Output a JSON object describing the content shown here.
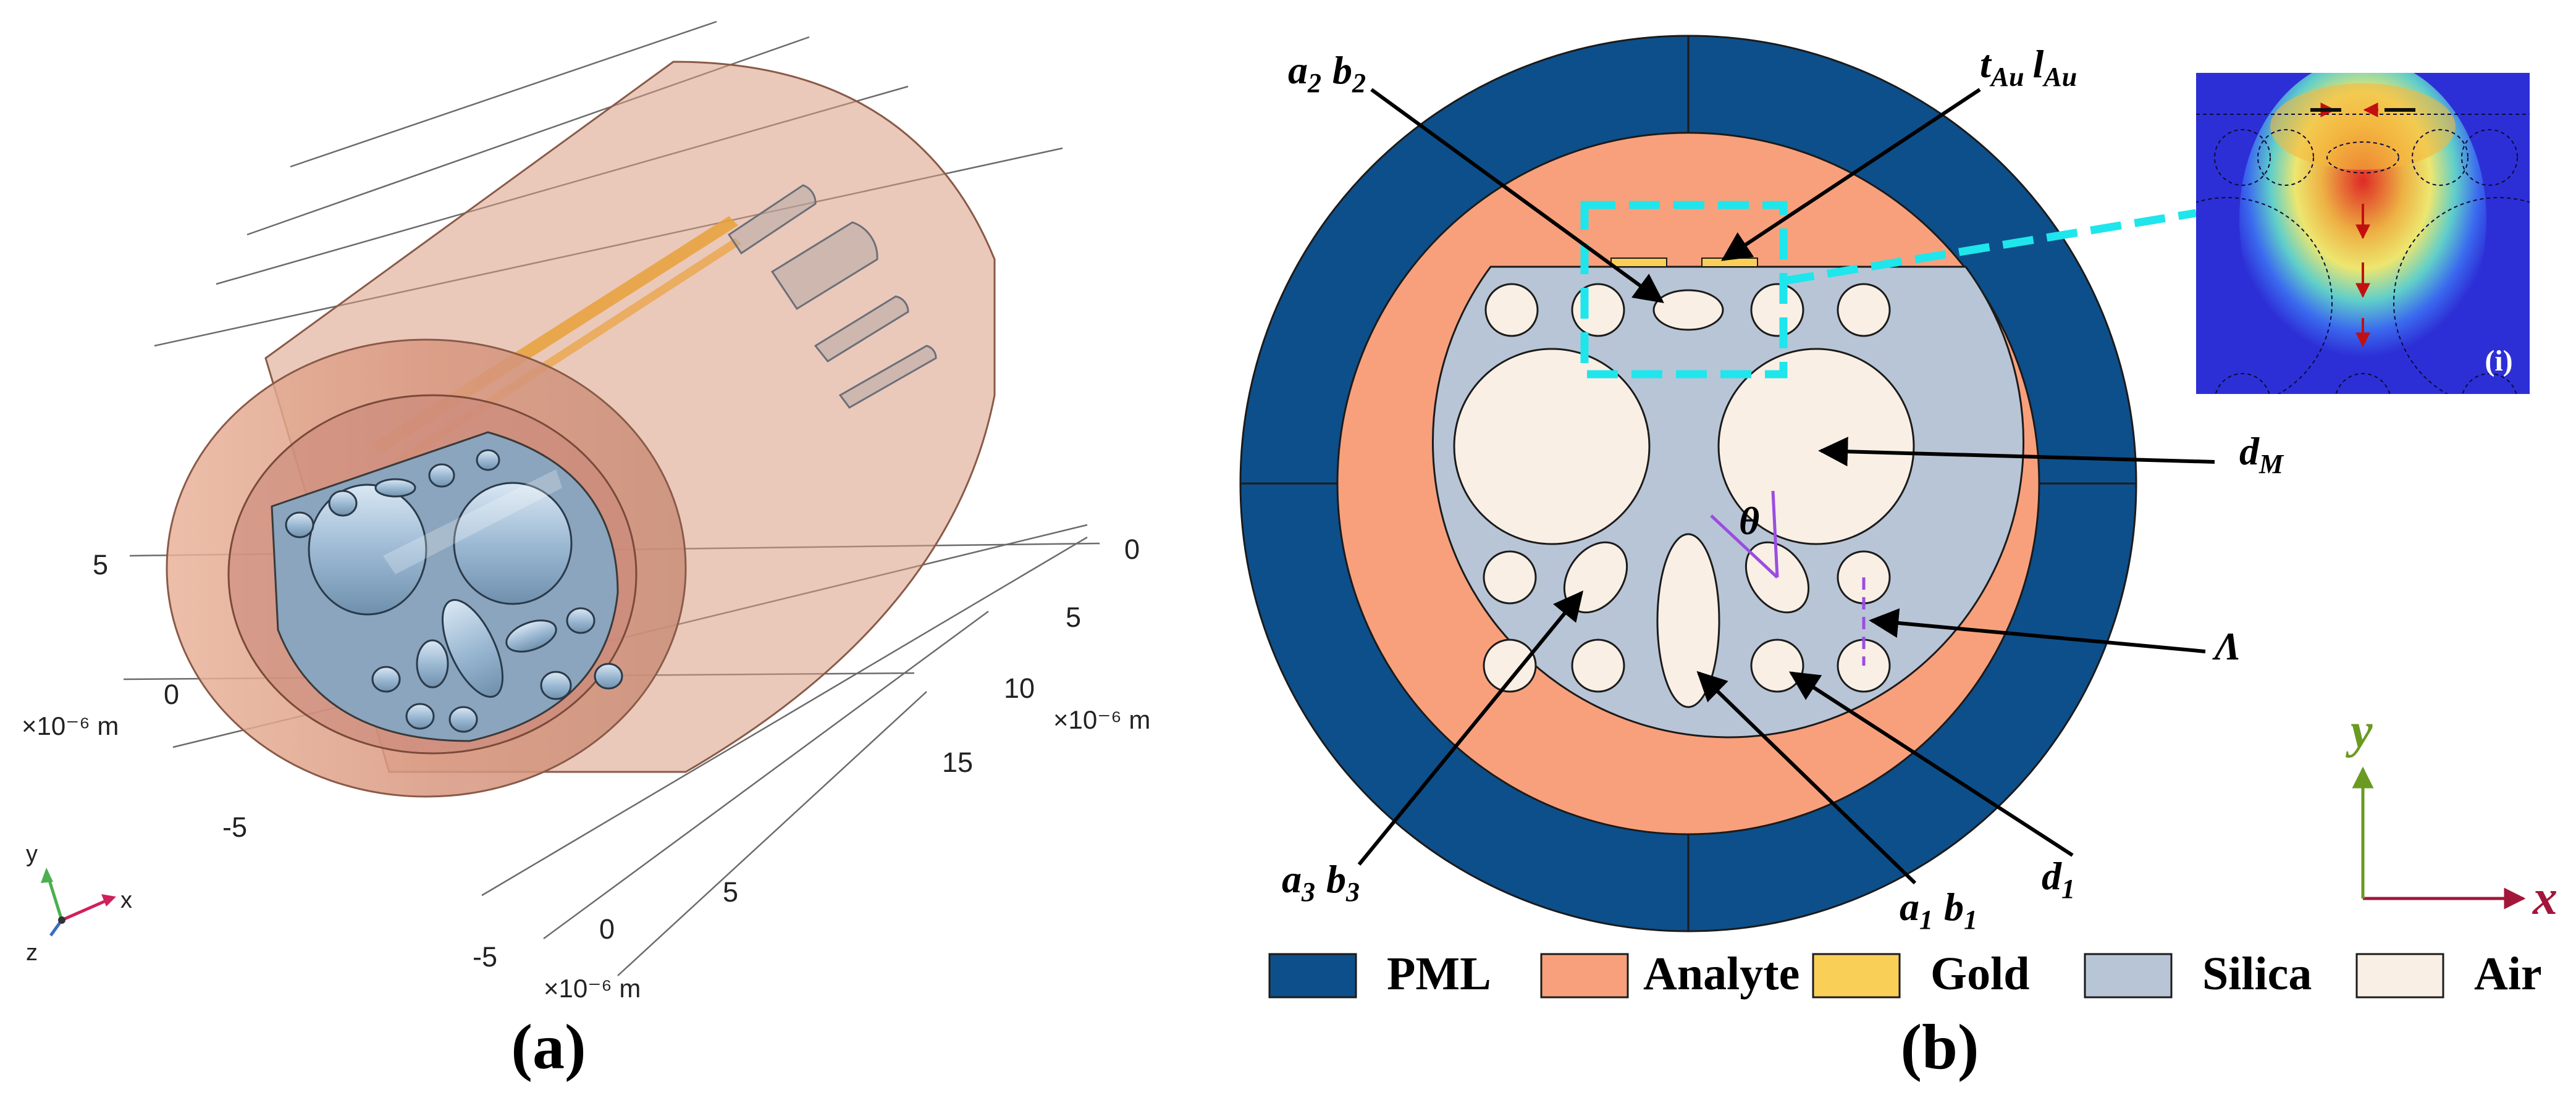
{
  "panel_a": {
    "caption": "(a)",
    "y_ticks": [
      "5",
      "0",
      "-5"
    ],
    "y_unit": "×10⁻⁶ m",
    "z_ticks": [
      "0",
      "5",
      "10",
      "15"
    ],
    "z_unit": "×10⁻⁶ m",
    "x_ticks": [
      "-5",
      "0",
      "5"
    ],
    "x_unit": "×10⁻⁶ m",
    "triad": {
      "y": "y",
      "x": "x",
      "z": "z"
    }
  },
  "panel_b": {
    "caption": "(b)",
    "labels": {
      "a2": "a",
      "a2_sub": "2",
      "b2": "b",
      "b2_sub": "2",
      "tau": "t",
      "tau_sub": "Au",
      "lau": "l",
      "lau_sub": "Au",
      "dm": "d",
      "dm_sub": "M",
      "theta": "θ",
      "lambda": "Λ",
      "a3": "a",
      "a3_sub": "3",
      "b3": "b",
      "b3_sub": "3",
      "a1": "a",
      "a1_sub": "1",
      "b1": "b",
      "b1_sub": "1",
      "d1": "d",
      "d1_sub": "1"
    },
    "inset_label": "(i)",
    "axes": {
      "x": "x",
      "y": "y"
    },
    "legend": [
      {
        "label": "PML",
        "color": "#0d4f8a"
      },
      {
        "label": "Analyte",
        "color": "#f8a07c"
      },
      {
        "label": "Gold",
        "color": "#f9cf57"
      },
      {
        "label": "Silica",
        "color": "#b8c5d6"
      },
      {
        "label": "Air",
        "color": "#f9efe4"
      }
    ]
  }
}
